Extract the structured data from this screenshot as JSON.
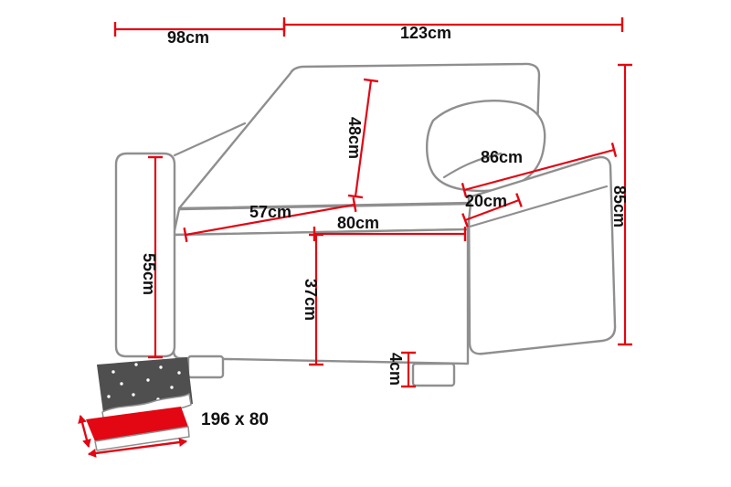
{
  "diagram": {
    "title": "armchair-sofabed-dimension-diagram",
    "dims": {
      "d98": "98cm",
      "d123": "123cm",
      "d85": "85cm",
      "d48": "48cm",
      "d86": "86cm",
      "d20": "20cm",
      "d57": "57cm",
      "d80": "80cm",
      "d55": "55cm",
      "d37": "37cm",
      "d4": "4cm"
    },
    "bed": {
      "size_label": "196 x 80"
    },
    "colors": {
      "dimension_line": "#e30613",
      "furniture_outline": "#8f8f8f",
      "label_text": "#111111",
      "bed_icon_dark": "#4f4f4f",
      "bed_icon_red": "#e30613"
    }
  }
}
